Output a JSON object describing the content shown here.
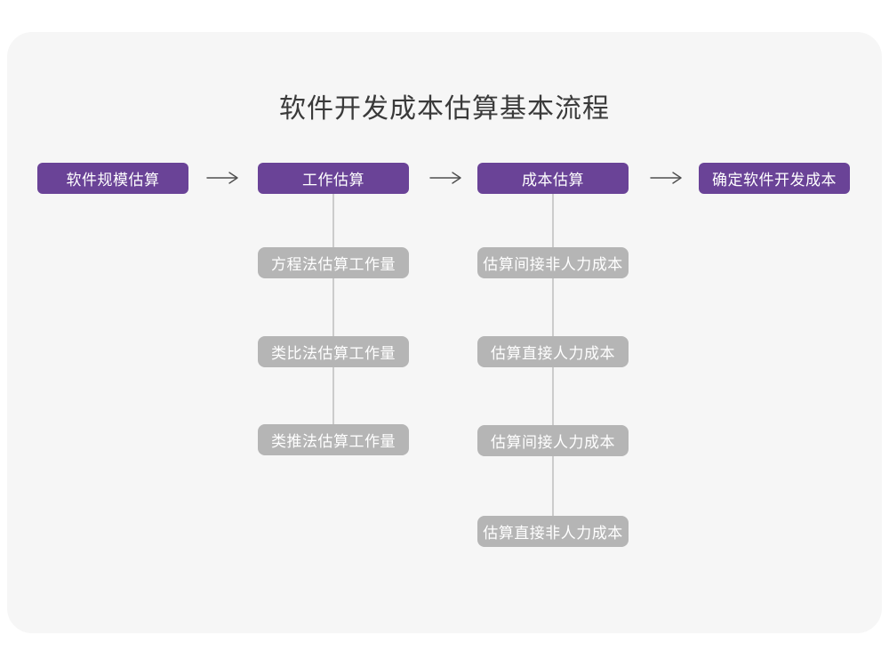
{
  "title": "软件开发成本估算基本流程",
  "colors": {
    "primary": "#6a4397",
    "secondary": "#b5b5b5",
    "card_bg": "#f6f6f6",
    "connector": "#cccccc",
    "arrow": "#4f4f4f",
    "title_text": "#3a3a3a",
    "node_text": "#ffffff"
  },
  "flow": {
    "main_nodes": [
      {
        "label": "软件规模估算"
      },
      {
        "label": "工作估算"
      },
      {
        "label": "成本估算"
      },
      {
        "label": "确定软件开发成本"
      }
    ],
    "work_estimation_methods": [
      {
        "label": "方程法估算工作量"
      },
      {
        "label": "类比法估算工作量"
      },
      {
        "label": "类推法估算工作量"
      }
    ],
    "cost_estimation_items": [
      {
        "label": "估算间接非人力成本"
      },
      {
        "label": "估算直接人力成本"
      },
      {
        "label": "估算间接人力成本"
      },
      {
        "label": "估算直接非人力成本"
      }
    ]
  }
}
